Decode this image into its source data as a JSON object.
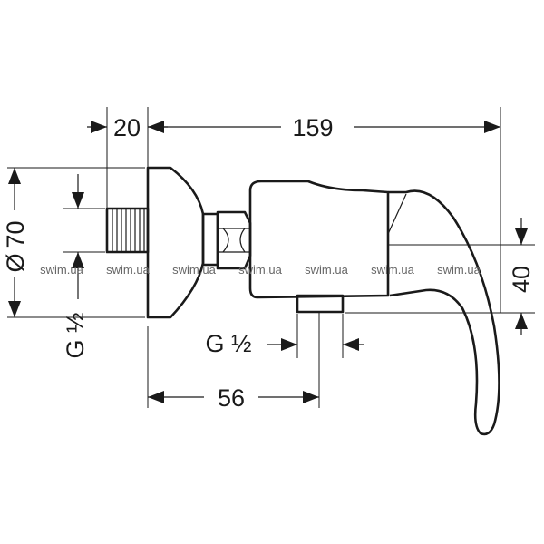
{
  "dimensions": {
    "wall_depth": "20",
    "total_length": "159",
    "height": "70",
    "diameter_symbol": "Ø",
    "lever_height": "40",
    "inlet_thread": "G ½",
    "outlet_thread": "G ½",
    "outlet_offset": "56"
  },
  "watermark": {
    "text": "swim.ua",
    "repeat": 7
  }
}
